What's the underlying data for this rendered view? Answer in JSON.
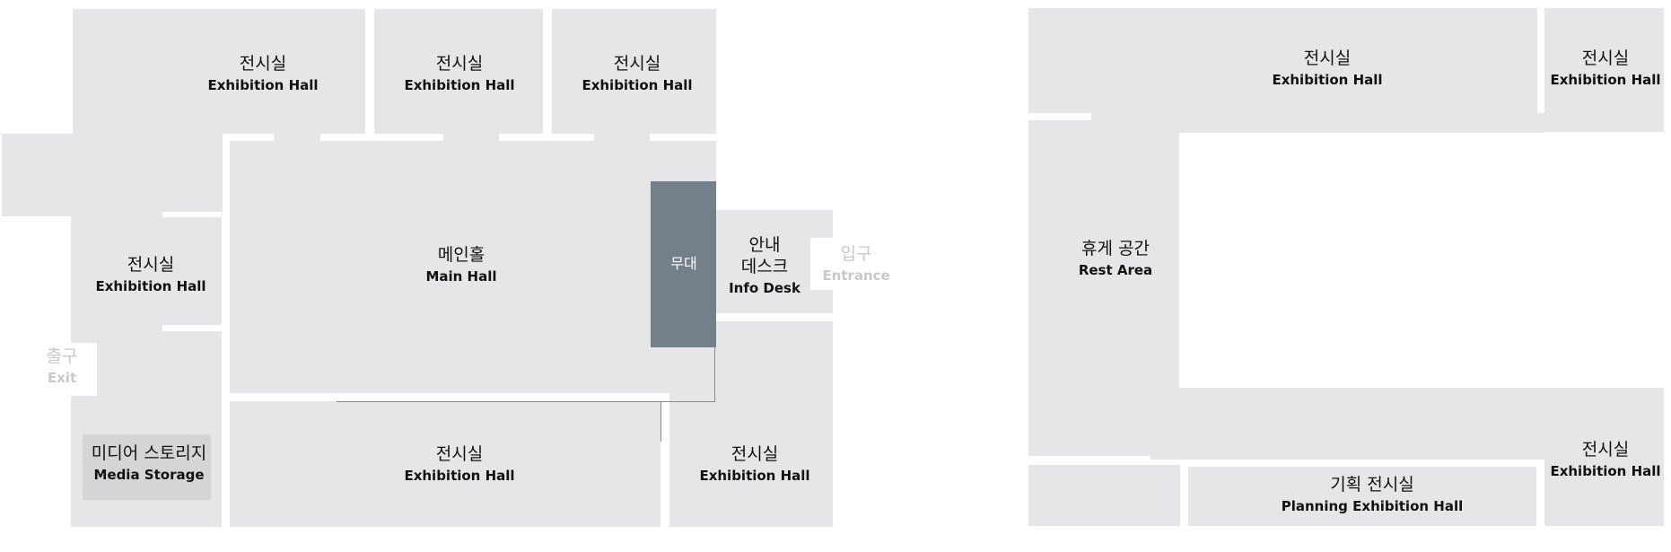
{
  "floor_left": {
    "exhibition_hall_top1": {
      "ko": "전시실",
      "en": "Exhibition Hall"
    },
    "exhibition_hall_top2": {
      "ko": "전시실",
      "en": "Exhibition Hall"
    },
    "exhibition_hall_top3": {
      "ko": "전시실",
      "en": "Exhibition Hall"
    },
    "exhibition_hall_west": {
      "ko": "전시실",
      "en": "Exhibition Hall"
    },
    "main_hall": {
      "ko": "메인홀",
      "en": "Main Hall"
    },
    "stage": {
      "ko": "무대"
    },
    "info_desk": {
      "ko_line1": "안내",
      "ko_line2": "데스크",
      "en": "Info Desk"
    },
    "entrance": {
      "ko": "입구",
      "en": "Entrance"
    },
    "exit": {
      "ko": "출구",
      "en": "Exit"
    },
    "media_storage": {
      "ko": "미디어 스토리지",
      "en": "Media Storage"
    },
    "exhibition_hall_bottom_center": {
      "ko": "전시실",
      "en": "Exhibition Hall"
    },
    "exhibition_hall_bottom_right": {
      "ko": "전시실",
      "en": "Exhibition Hall"
    }
  },
  "floor_right": {
    "exhibition_hall_top_wide": {
      "ko": "전시실",
      "en": "Exhibition Hall"
    },
    "exhibition_hall_top_right": {
      "ko": "전시실",
      "en": "Exhibition Hall"
    },
    "rest_area": {
      "ko": "휴게 공간",
      "en": "Rest Area"
    },
    "exhibition_hall_bottom_right": {
      "ko": "전시실",
      "en": "Exhibition Hall"
    },
    "planning_exhibition_hall": {
      "ko": "기획 전시실",
      "en": "Planning Exhibition Hall"
    }
  },
  "colors": {
    "room_fill": "#e6e6e8",
    "media_storage_fill": "#d5d5d7",
    "stage_fill": "#737f89",
    "background": "#ffffff"
  }
}
